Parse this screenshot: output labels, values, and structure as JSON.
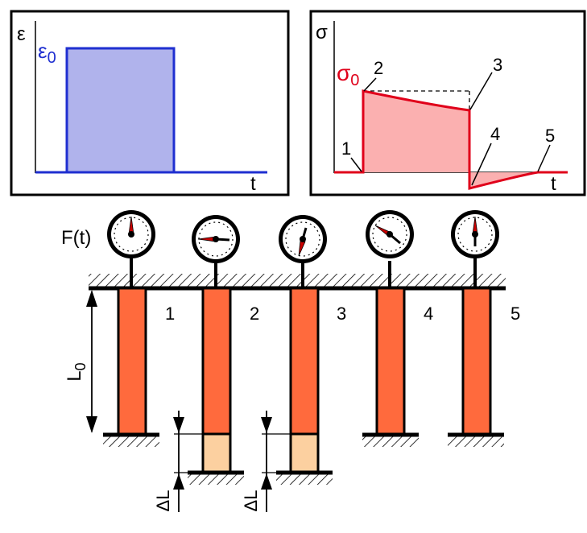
{
  "colors": {
    "strain_line": "#1f2fd0",
    "strain_fill": "#b0b3ec",
    "stress_line": "#e0001a",
    "stress_fill": "#fbb0b0",
    "specimen": "#ff6a3d",
    "elongation": "#fcd0a0",
    "gauge_needle": "#cc0000"
  },
  "strain_panel": {
    "y_symbol": "ε",
    "level_symbol": "ε",
    "level_subscript": "0",
    "x_symbol": "t"
  },
  "stress_panel": {
    "y_symbol": "σ",
    "level_symbol": "σ",
    "level_subscript": "0",
    "x_symbol": "t",
    "point_labels": [
      "1",
      "2",
      "3",
      "4",
      "5"
    ]
  },
  "experiment": {
    "force_label": "F(t)",
    "length_symbol": "L",
    "length_subscript": "0",
    "elongation_label": "ΔL",
    "specimen_labels": [
      "1",
      "2",
      "3",
      "4",
      "5"
    ]
  }
}
